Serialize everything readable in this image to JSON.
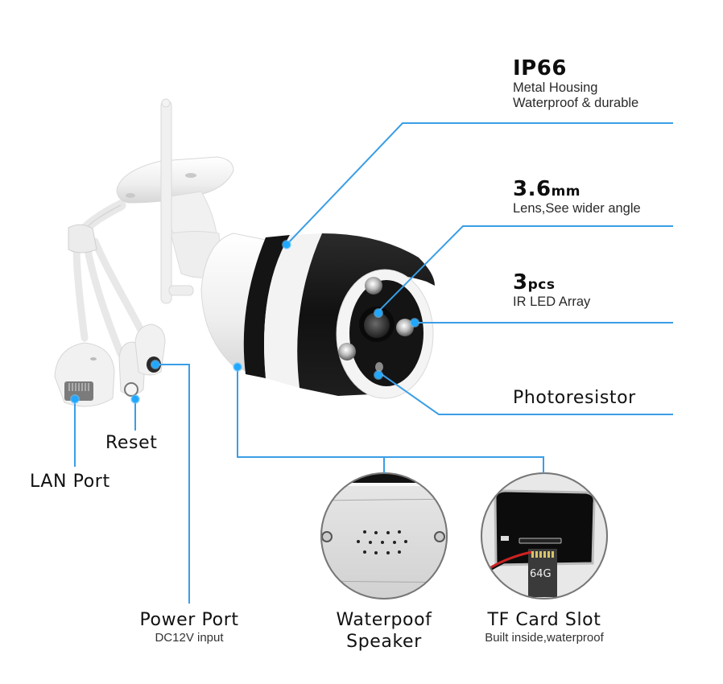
{
  "features": {
    "ip66": {
      "title": "IP66",
      "lines": [
        "Metal Housing",
        "Waterproof & durable"
      ]
    },
    "lens": {
      "value": "3.6",
      "unit": "mm",
      "desc": "Lens,See wider angle"
    },
    "ir": {
      "value": "3",
      "unit": "pcs",
      "desc": "IR LED Array"
    },
    "photoresistor": {
      "title": "Photoresistor"
    },
    "reset": {
      "title": "Reset"
    },
    "lan": {
      "title": "LAN Port"
    },
    "power": {
      "title": "Power Port",
      "desc": "DC12V input"
    },
    "speaker": {
      "title_line1": "Waterpoof",
      "title_line2": "Speaker"
    },
    "tfcard": {
      "title": "TF Card Slot",
      "desc": "Built inside,waterproof",
      "card_label": "64G"
    }
  },
  "colors": {
    "callout_line": "#3a9ee6",
    "callout_dot": "#1ea7ff",
    "camera_white": "#f2f2f2",
    "camera_black": "#141414"
  }
}
